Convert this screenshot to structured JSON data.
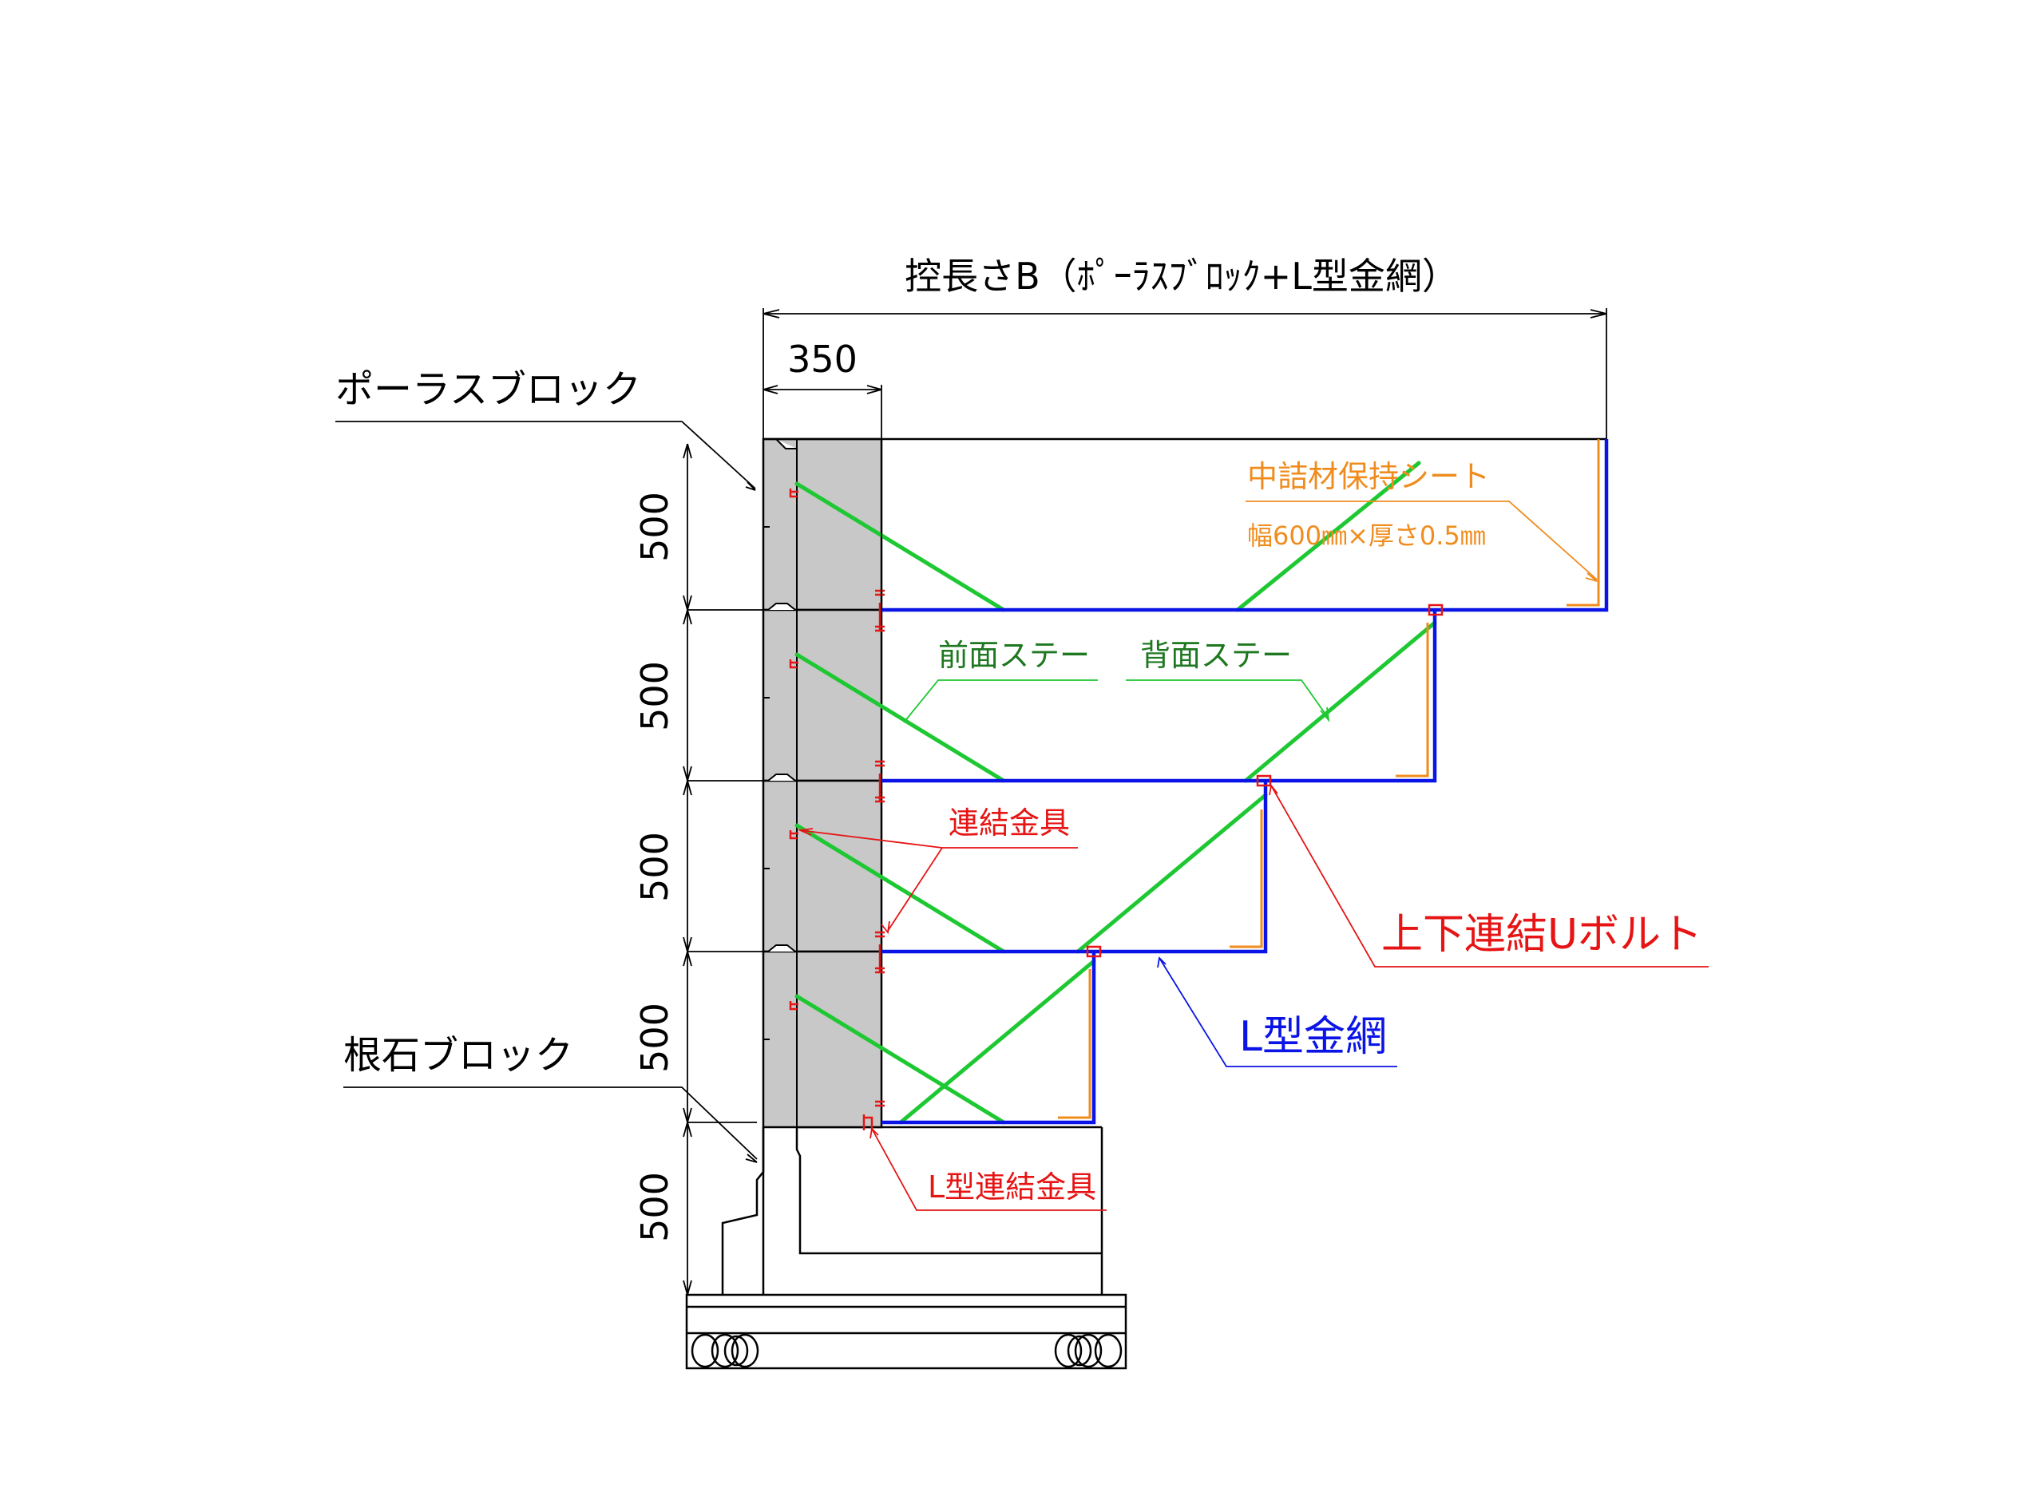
{
  "title": "控長さB（ﾎﾟｰﾗｽﾌﾞﾛｯｸ+L型金網）",
  "dim_350": "350",
  "dim_500": [
    "500",
    "500",
    "500",
    "500",
    "500"
  ],
  "labels": {
    "porous_block": "ポーラスブロック",
    "base_block": "根石ブロック",
    "sheet": "中詰材保持シート",
    "sheet_spec": "幅600㎜×厚さ0.5㎜",
    "front_stay": "前面ステー",
    "back_stay": "背面ステー",
    "fitting": "連結金具",
    "u_bolt": "上下連結Uボルト",
    "l_mesh": "L型金網",
    "l_fitting": "L型連結金具"
  },
  "colors": {
    "block_fill": "#c8c8c8",
    "stay": "#1ec832",
    "mesh": "#0a14e6",
    "fitting": "#e61414",
    "sheet": "#f08c1e",
    "line": "#000000"
  }
}
